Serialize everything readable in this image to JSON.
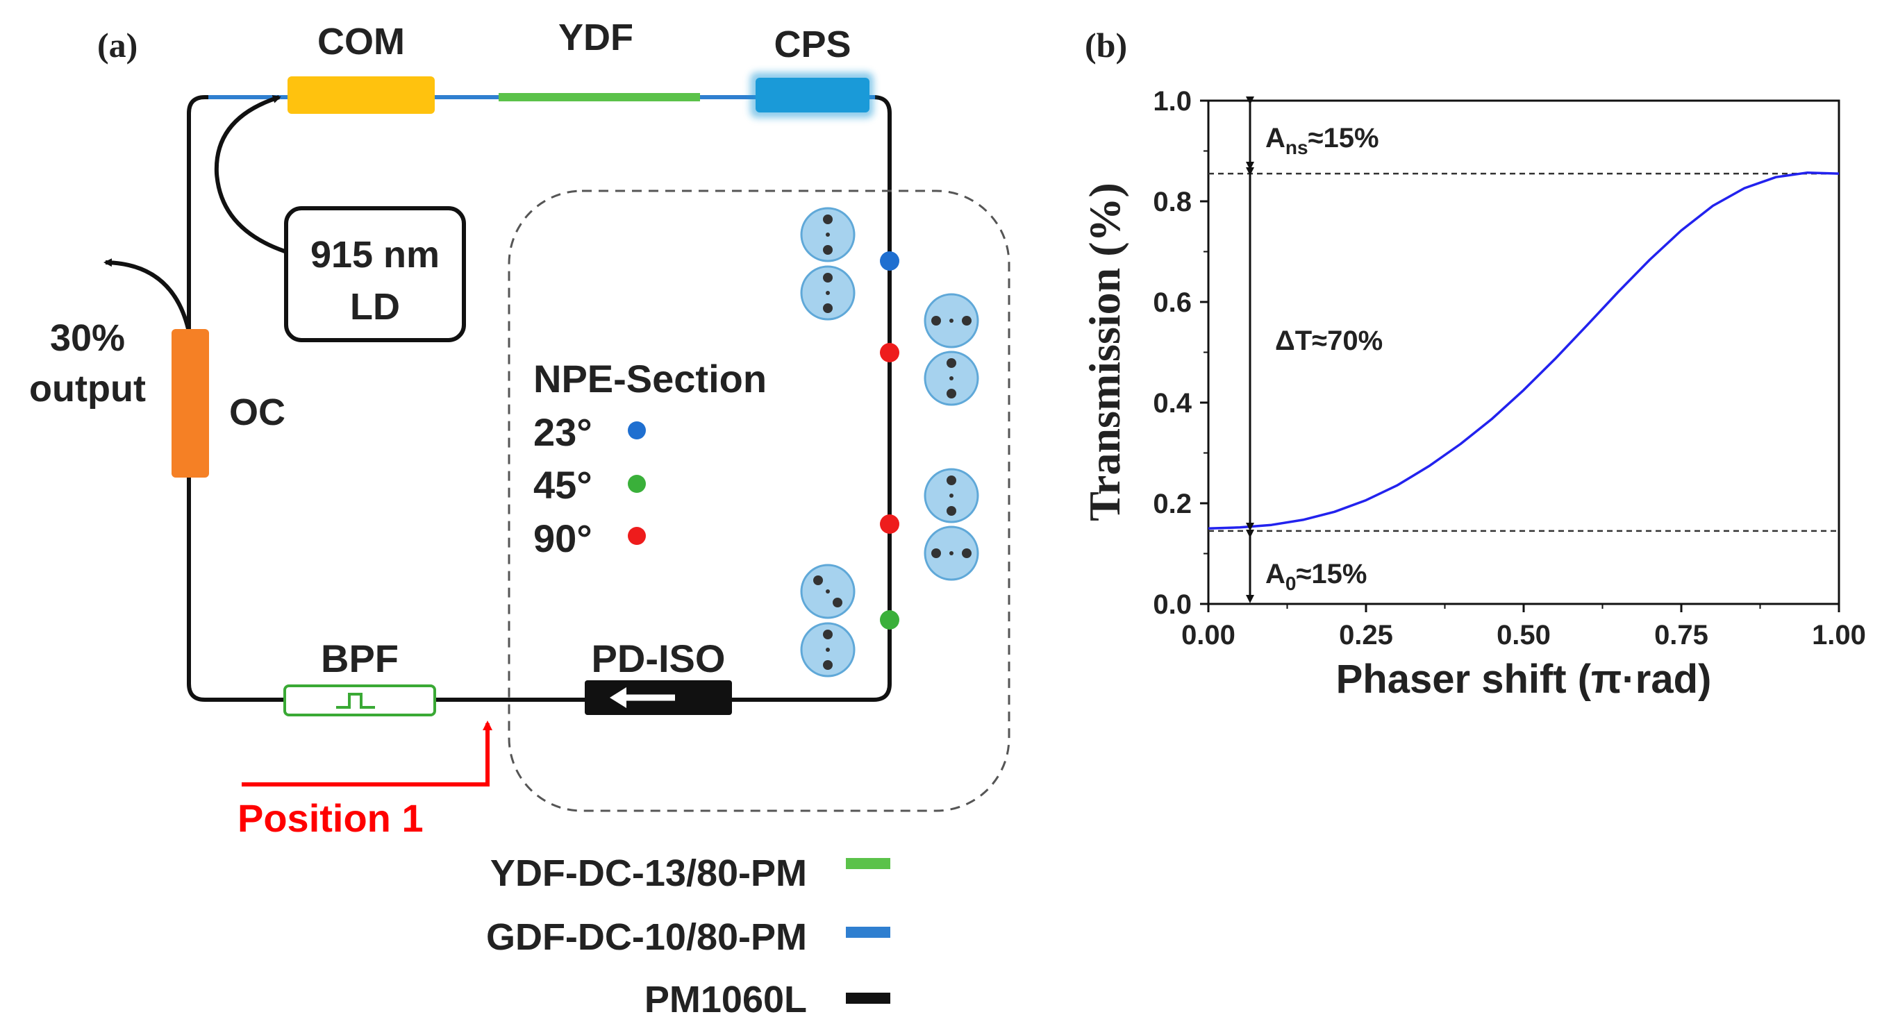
{
  "colors": {
    "line": "#111111",
    "ydf_fiber": "#5bc24a",
    "gdf_fiber": "#2f7fd0",
    "pm_fiber": "#111111",
    "com": "#ffc20e",
    "cps": "#1a9ad8",
    "oc": "#f58025",
    "bpf": "#3aa935",
    "position": "#ff0000",
    "dot_blue": "#1f6fd0",
    "dot_green": "#3ab03a",
    "dot_red": "#ee1c1c",
    "pol_fill": "#a6d2ee",
    "pol_stroke": "#5fa8d8",
    "curve": "#2222ee"
  },
  "panel_a": {
    "label": "(a)",
    "com": "COM",
    "ydf": "YDF",
    "cps": "CPS",
    "ld_line1": "915 nm",
    "ld_line2": "LD",
    "output_line1": "30%",
    "output_line2": "output",
    "oc": "OC",
    "npe_title": "NPE-Section",
    "angle_23": "23°",
    "angle_45": "45°",
    "angle_90": "90°",
    "bpf": "BPF",
    "pdiso": "PD-ISO",
    "position": "Position 1",
    "legend": [
      {
        "label": "YDF-DC-13/80-PM",
        "color": "#5bc24a"
      },
      {
        "label": "GDF-DC-10/80-PM",
        "color": "#2f7fd0"
      },
      {
        "label": "PM1060L",
        "color": "#111111"
      }
    ]
  },
  "panel_b": {
    "label": "(b)"
  },
  "chart_data": {
    "type": "line",
    "title": "",
    "xlabel": "Phaser shift (π·rad)",
    "ylabel": "Transmission (%)",
    "xlim": [
      0,
      1
    ],
    "ylim": [
      0,
      1
    ],
    "xticks": [
      "0.00",
      "0.25",
      "0.50",
      "0.75",
      "1.00"
    ],
    "yticks": [
      "0.0",
      "0.2",
      "0.4",
      "0.6",
      "0.8",
      "1.0"
    ],
    "grid": false,
    "series": [
      {
        "x": [
          0,
          0.05,
          0.1,
          0.15,
          0.2,
          0.25,
          0.3,
          0.35,
          0.4,
          0.45,
          0.5,
          0.55,
          0.6,
          0.65,
          0.7,
          0.75,
          0.8,
          0.85,
          0.9,
          0.95,
          1.0
        ],
        "values": [
          0.15,
          0.152,
          0.157,
          0.167,
          0.183,
          0.206,
          0.236,
          0.274,
          0.318,
          0.368,
          0.425,
          0.487,
          0.553,
          0.62,
          0.684,
          0.742,
          0.791,
          0.826,
          0.848,
          0.857,
          0.855
        ]
      }
    ],
    "reference_lines": [
      0.855,
      0.145
    ],
    "annotations": [
      "Ans≈15%",
      "ΔT≈70%",
      "A0≈15%"
    ],
    "annotation_main": {
      "ans": "A",
      "ans_sub": "ns",
      "ans_rest": "≈15%",
      "dt": "ΔT≈70%",
      "a0": "A",
      "a0_sub": "0",
      "a0_rest": "≈15%"
    }
  }
}
